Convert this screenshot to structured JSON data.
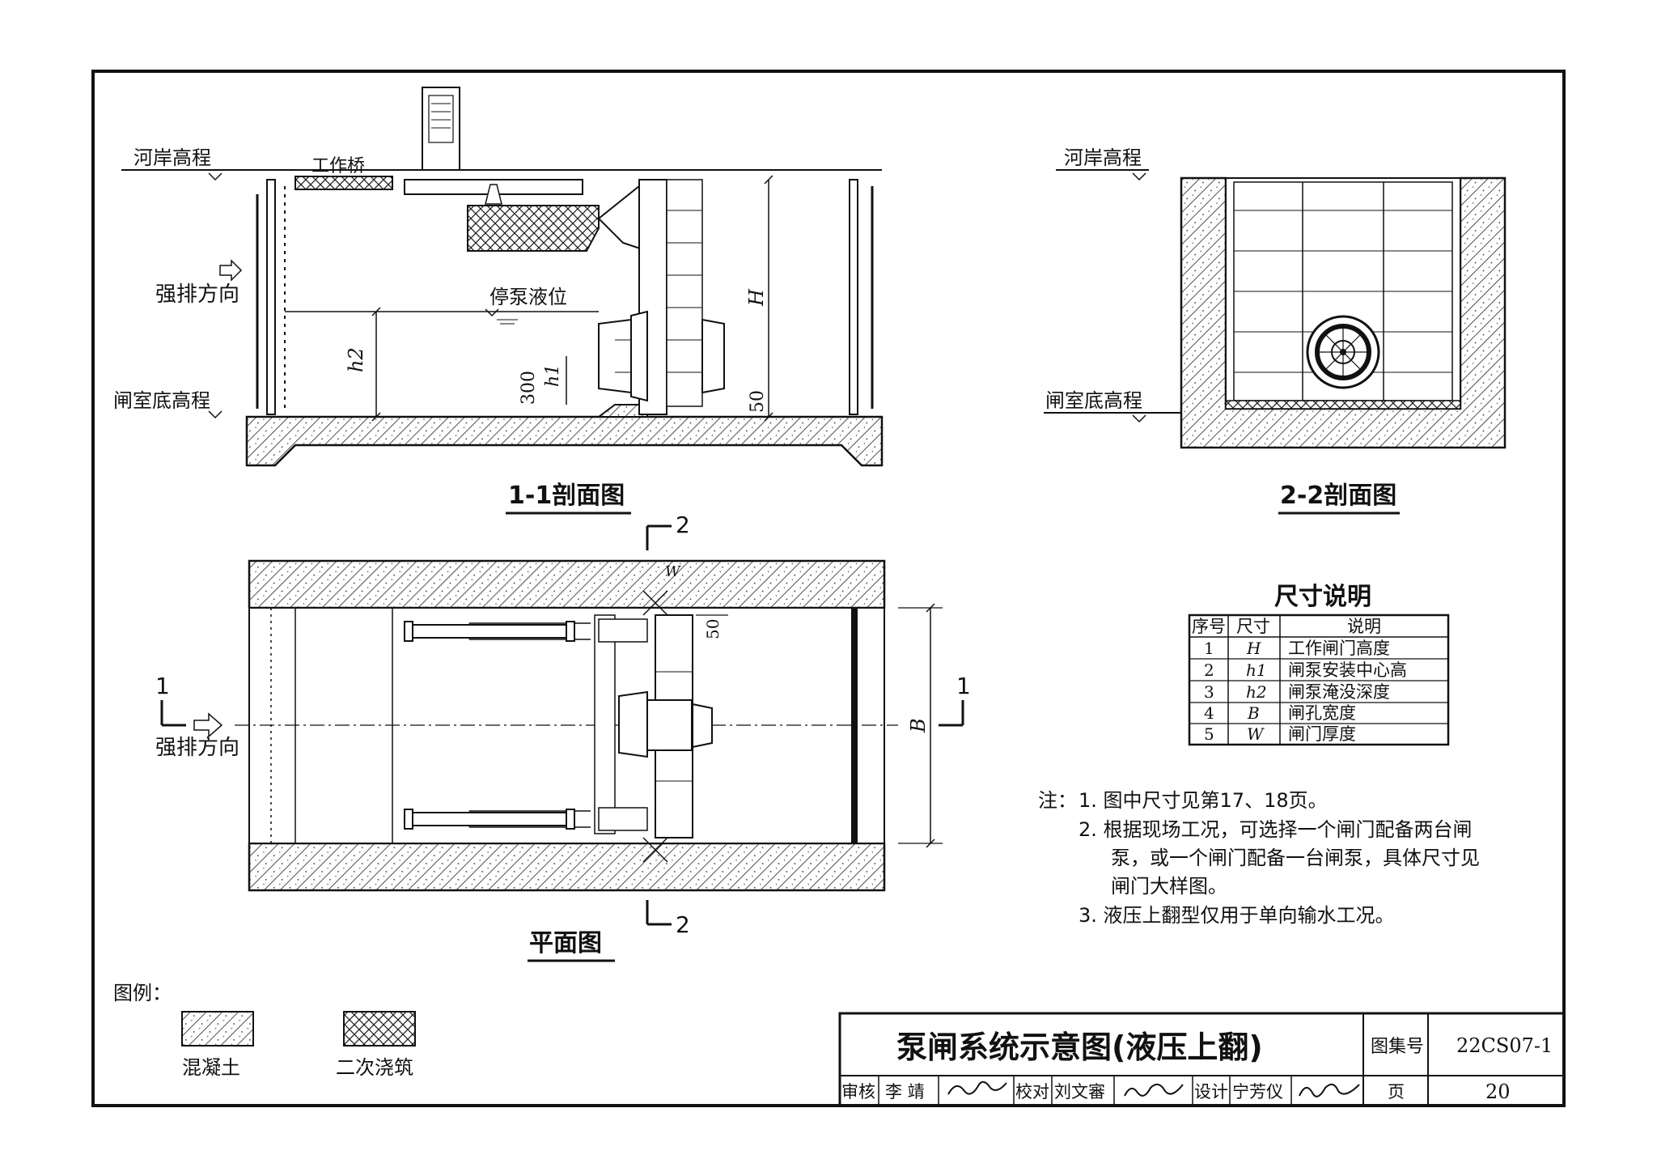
{
  "section_1_1": {
    "riverbank_label": "河岸高程",
    "bridge_label": "工作桥",
    "flow_label": "强排方向",
    "stop_level_label": "停泵液位",
    "floor_label": "闸室底高程",
    "dim_h2": "h2",
    "dim_300": "300",
    "dim_h1": "h1",
    "dim_H": "H",
    "dim_50": "50",
    "title": "1-1剖面图"
  },
  "section_2_2": {
    "riverbank_label": "河岸高程",
    "floor_label": "闸室底高程",
    "title": "2-2剖面图"
  },
  "plan": {
    "cut_1_left": "1",
    "cut_1_right": "1",
    "cut_2_top": "2",
    "cut_2_bottom": "2",
    "flow_label": "强排方向",
    "dim_W": "W",
    "dim_50": "50",
    "dim_B": "B",
    "title": "平面图"
  },
  "dimension_table": {
    "title": "尺寸说明",
    "headers": [
      "序号",
      "尺寸",
      "说明"
    ],
    "rows": [
      [
        "1",
        "H",
        "工作闸门高度"
      ],
      [
        "2",
        "h1",
        "闸泵安装中心高"
      ],
      [
        "3",
        "h2",
        "闸泵淹没深度"
      ],
      [
        "4",
        "B",
        "闸孔宽度"
      ],
      [
        "5",
        "W",
        "闸门厚度"
      ]
    ]
  },
  "notes": {
    "prefix": "注：",
    "items": [
      "1. 图中尺寸见第17、18页。",
      "2. 根据现场工况，可选择一个闸门配备两台闸",
      "泵，或一个闸门配备一台闸泵，具体尺寸见",
      "闸门大样图。",
      "3. 液压上翻型仅用于单向输水工况。"
    ]
  },
  "legend": {
    "title": "图例：",
    "concrete": "混凝土",
    "secondary_pour": "二次浇筑"
  },
  "title_block": {
    "drawing_title": "泵闸系统示意图(液压上翻)",
    "atlas_label": "图集号",
    "atlas_no": "22CS07-1",
    "review_label": "审核",
    "reviewer": "李 靖",
    "check_label": "校对",
    "checker": "刘文審",
    "design_label": "设计",
    "designer": "宁芳仪",
    "page_label": "页",
    "page_no": "20"
  }
}
